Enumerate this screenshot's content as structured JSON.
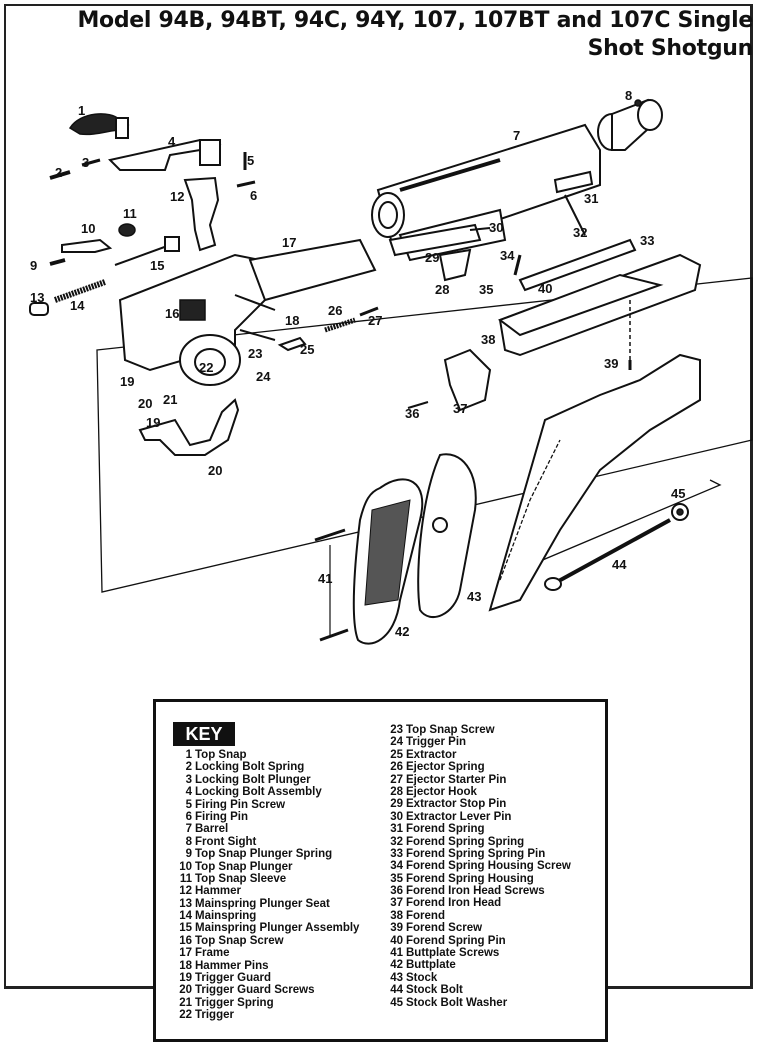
{
  "title": {
    "line1": "Model 94B, 94BT, 94C, 94Y, 107, 107BT and 107C Single",
    "line2": "Shot Shotgun"
  },
  "callouts": [
    "1",
    "2",
    "3",
    "4",
    "5",
    "6",
    "7",
    "8",
    "9",
    "10",
    "11",
    "12",
    "13",
    "14",
    "15",
    "16",
    "17",
    "18",
    "19",
    "20",
    "21",
    "22",
    "23",
    "24",
    "25",
    "26",
    "27",
    "28",
    "29",
    "30",
    "31",
    "32",
    "33",
    "34",
    "35",
    "36",
    "37",
    "38",
    "39",
    "40",
    "41",
    "42",
    "43",
    "44",
    "45",
    "19",
    "20"
  ],
  "key": {
    "heading": "KEY",
    "left": [
      {
        "num": "1",
        "name": "Top Snap"
      },
      {
        "num": "2",
        "name": "Locking Bolt Spring"
      },
      {
        "num": "3",
        "name": "Locking Bolt Plunger"
      },
      {
        "num": "4",
        "name": "Locking Bolt Assembly"
      },
      {
        "num": "5",
        "name": "Firing Pin Screw"
      },
      {
        "num": "6",
        "name": "Firing Pin"
      },
      {
        "num": "7",
        "name": "Barrel"
      },
      {
        "num": "8",
        "name": "Front Sight"
      },
      {
        "num": "9",
        "name": "Top Snap Plunger Spring"
      },
      {
        "num": "10",
        "name": "Top Snap Plunger"
      },
      {
        "num": "11",
        "name": "Top Snap Sleeve"
      },
      {
        "num": "12",
        "name": "Hammer"
      },
      {
        "num": "13",
        "name": "Mainspring Plunger Seat"
      },
      {
        "num": "14",
        "name": "Mainspring"
      },
      {
        "num": "15",
        "name": "Mainspring Plunger Assembly"
      },
      {
        "num": "16",
        "name": "Top Snap Screw"
      },
      {
        "num": "17",
        "name": "Frame"
      },
      {
        "num": "18",
        "name": "Hammer Pins"
      },
      {
        "num": "19",
        "name": "Trigger Guard"
      },
      {
        "num": "20",
        "name": "Trigger Guard Screws"
      },
      {
        "num": "21",
        "name": "Trigger Spring"
      },
      {
        "num": "22",
        "name": "Trigger"
      }
    ],
    "right": [
      {
        "num": "23",
        "name": "Top Snap Screw"
      },
      {
        "num": "24",
        "name": "Trigger Pin"
      },
      {
        "num": "25",
        "name": "Extractor"
      },
      {
        "num": "26",
        "name": "Ejector Spring"
      },
      {
        "num": "27",
        "name": "Ejector Starter Pin"
      },
      {
        "num": "28",
        "name": "Ejector Hook"
      },
      {
        "num": "29",
        "name": "Extractor Stop Pin"
      },
      {
        "num": "30",
        "name": "Extractor Lever Pin"
      },
      {
        "num": "31",
        "name": "Forend Spring"
      },
      {
        "num": "32",
        "name": "Forend Spring Spring"
      },
      {
        "num": "33",
        "name": "Forend Spring Spring Pin"
      },
      {
        "num": "34",
        "name": "Forend Spring Housing Screw"
      },
      {
        "num": "35",
        "name": "Forend Spring Housing"
      },
      {
        "num": "36",
        "name": "Forend Iron Head Screws"
      },
      {
        "num": "37",
        "name": "Forend Iron Head"
      },
      {
        "num": "38",
        "name": "Forend"
      },
      {
        "num": "39",
        "name": "Forend Screw"
      },
      {
        "num": "40",
        "name": "Forend Spring Pin"
      },
      {
        "num": "41",
        "name": "Buttplate Screws"
      },
      {
        "num": "42",
        "name": "Buttplate"
      },
      {
        "num": "43",
        "name": "Stock"
      },
      {
        "num": "44",
        "name": "Stock Bolt"
      },
      {
        "num": "45",
        "name": "Stock Bolt Washer"
      }
    ]
  }
}
